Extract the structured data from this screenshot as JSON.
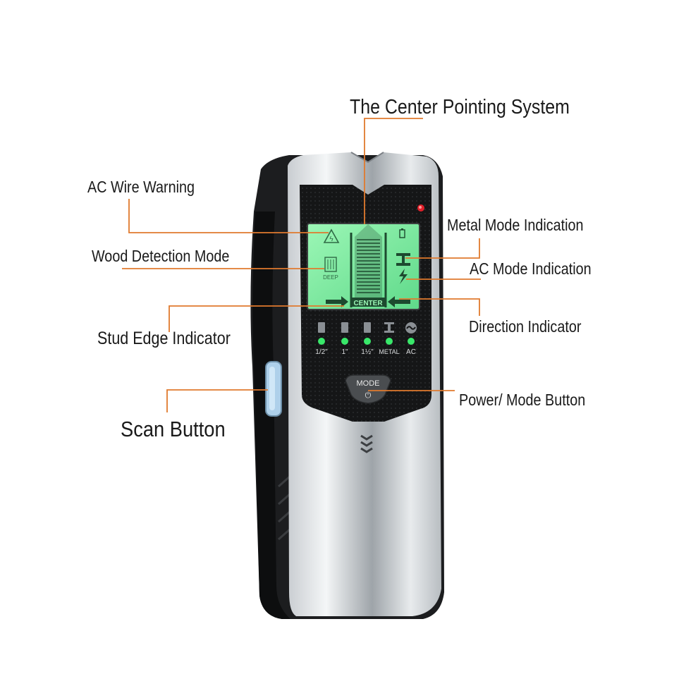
{
  "callouts": {
    "center_pointing": "The Center Pointing System",
    "ac_wire_warning": "AC Wire Warning",
    "wood_detection": "Wood Detection Mode",
    "stud_edge": "Stud Edge Indicator",
    "scan_button": "Scan Button",
    "metal_mode": "Metal Mode Indication",
    "ac_mode": "AC Mode Indication",
    "direction": "Direction Indicator",
    "power_mode": "Power/ Mode Button"
  },
  "lcd": {
    "deep": "DEEP",
    "center": "CENTER"
  },
  "indicators": [
    {
      "label": "1/2\""
    },
    {
      "label": "1\""
    },
    {
      "label": "1½\""
    },
    {
      "label": "METAL"
    },
    {
      "label": "AC"
    }
  ],
  "button": {
    "mode": "MODE",
    "power_symbol": "⏻"
  },
  "colors": {
    "leader_line": "#e07a2e",
    "lcd_green": "#7ff0a0",
    "led_green": "#39e86a",
    "warning_led": "#e0202a"
  }
}
